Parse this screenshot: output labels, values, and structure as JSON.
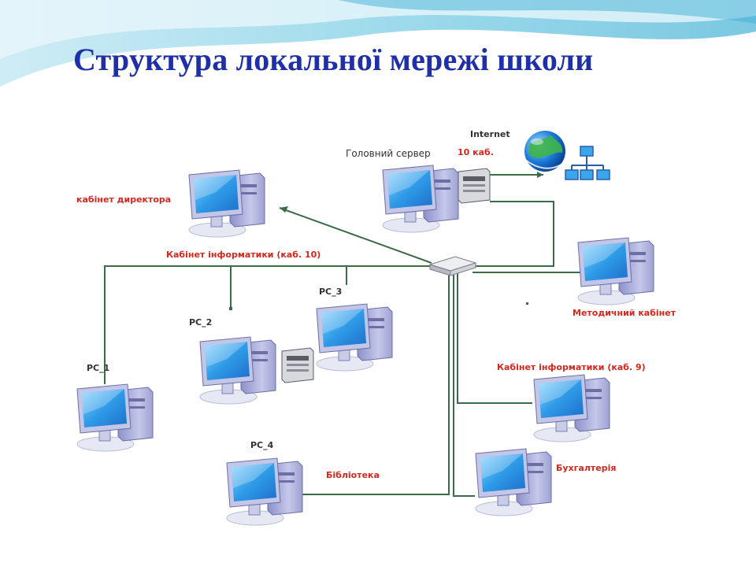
{
  "slide": {
    "title": "Структура локальної мережі школи"
  },
  "diagram": {
    "labels": {
      "internet": "Internet",
      "main_server": "Головний сервер",
      "server_room": "10 каб.",
      "director_office": "кабінет директора",
      "informatics_10": "Кабінет інформатики (каб. 10)",
      "pc1": "PC_1",
      "pc2": "PC_2",
      "pc3": "PC_3",
      "pc4": "PC_4",
      "library": "Бібліотека",
      "methodical_office": "Методичний кабінет",
      "informatics_9": "Кабінет інформатики (каб. 9)",
      "accounting": "Бухгалтерія"
    },
    "colors": {
      "title": "#1f2fa8",
      "label_red": "#d2281e",
      "label_dark": "#333333",
      "cable": "#3d6b4a",
      "monitor_screen": "#3aa6ee",
      "case": "#a9acd9"
    }
  }
}
